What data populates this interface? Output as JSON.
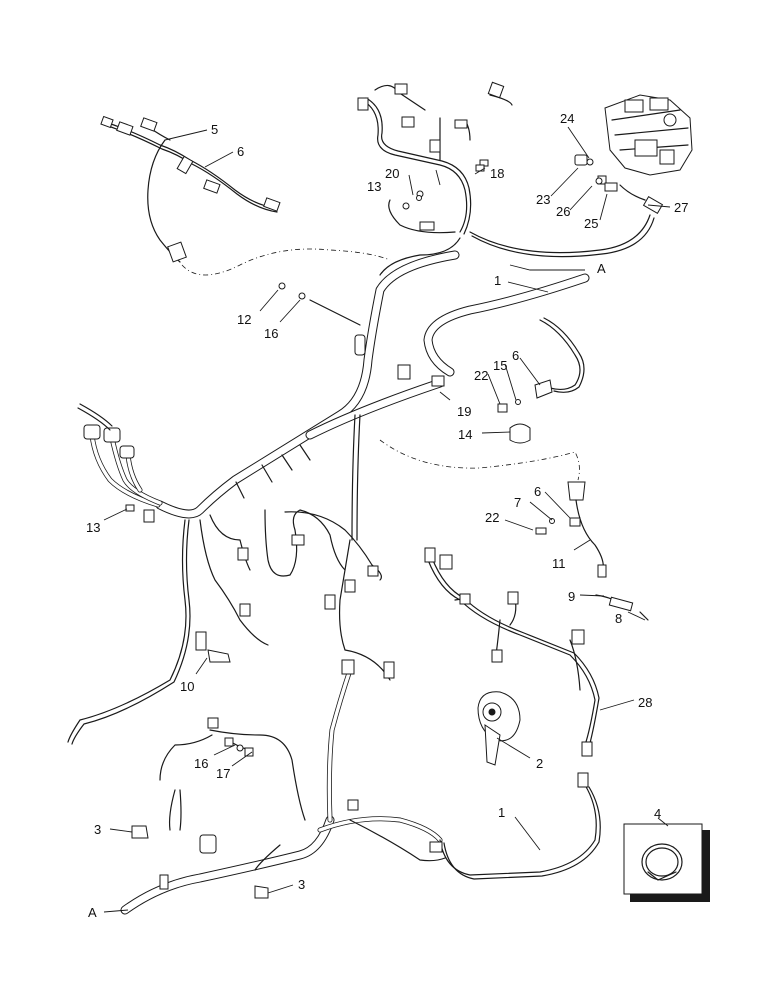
{
  "callouts": [
    {
      "id": "c5",
      "text": "5"
    },
    {
      "id": "c6a",
      "text": "6"
    },
    {
      "id": "c24",
      "text": "24"
    },
    {
      "id": "c20",
      "text": "20"
    },
    {
      "id": "c18",
      "text": "18"
    },
    {
      "id": "c13a",
      "text": "13"
    },
    {
      "id": "c23",
      "text": "23"
    },
    {
      "id": "c26",
      "text": "26"
    },
    {
      "id": "c25",
      "text": "25"
    },
    {
      "id": "c27",
      "text": "27"
    },
    {
      "id": "c1a",
      "text": "1"
    },
    {
      "id": "cAa",
      "text": "A"
    },
    {
      "id": "c12",
      "text": "12"
    },
    {
      "id": "c16a",
      "text": "16"
    },
    {
      "id": "c15",
      "text": "15"
    },
    {
      "id": "c6b",
      "text": "6"
    },
    {
      "id": "c22a",
      "text": "22"
    },
    {
      "id": "c19",
      "text": "19"
    },
    {
      "id": "c14",
      "text": "14"
    },
    {
      "id": "c13b",
      "text": "13"
    },
    {
      "id": "c7",
      "text": "7"
    },
    {
      "id": "c6c",
      "text": "6"
    },
    {
      "id": "c22b",
      "text": "22"
    },
    {
      "id": "c11",
      "text": "11"
    },
    {
      "id": "c9",
      "text": "9"
    },
    {
      "id": "c8",
      "text": "8"
    },
    {
      "id": "c10",
      "text": "10"
    },
    {
      "id": "c28",
      "text": "28"
    },
    {
      "id": "c16b",
      "text": "16"
    },
    {
      "id": "c17",
      "text": "17"
    },
    {
      "id": "c2",
      "text": "2"
    },
    {
      "id": "c4",
      "text": "4"
    },
    {
      "id": "c3a",
      "text": "3"
    },
    {
      "id": "c1b",
      "text": "1"
    },
    {
      "id": "c3b",
      "text": "3"
    },
    {
      "id": "cAb",
      "text": "A"
    }
  ]
}
